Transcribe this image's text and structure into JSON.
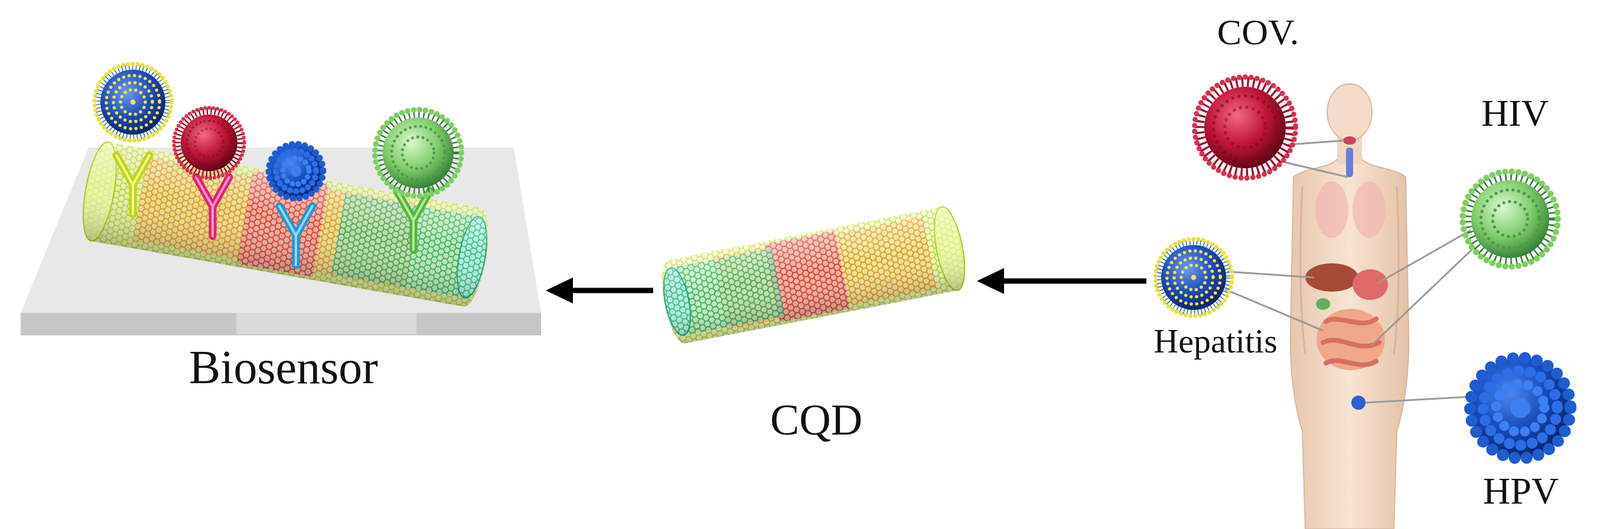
{
  "diagram": {
    "nodes": [
      {
        "text": [
          "Biosensor"
        ]
      },
      {
        "text": [
          "CQD"
        ]
      },
      {
        "text": [
          "COV."
        ]
      },
      {
        "text": [
          "HIV"
        ]
      },
      {
        "text": [
          "Hepatitis"
        ]
      },
      {
        "text": [
          "HPV"
        ]
      }
    ],
    "edges": [
      {
        "from": 4,
        "to": 1,
        "arrow": "to"
      },
      {
        "from": 1,
        "to": 0,
        "arrow": "to"
      }
    ]
  }
}
